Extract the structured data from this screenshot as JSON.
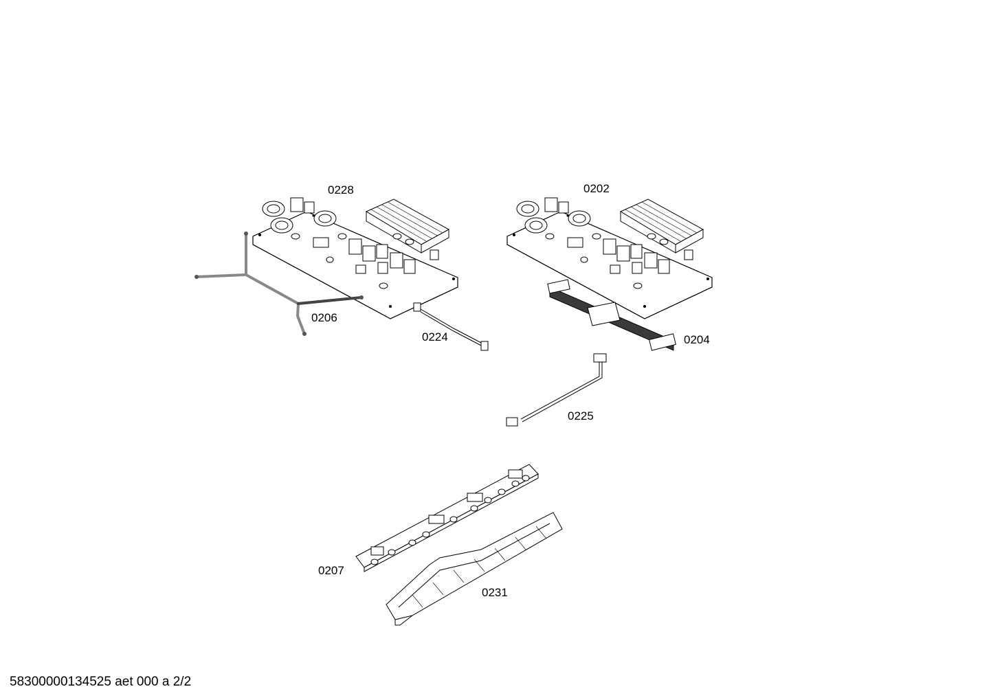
{
  "labels": {
    "p0228": "0228",
    "p0202": "0202",
    "p0206": "0206",
    "p0224": "0224",
    "p0204": "0204",
    "p0225": "0225",
    "p0207": "0207",
    "p0231": "0231"
  },
  "footer": "58300000134525 aet 000 a 2/2",
  "colors": {
    "line": "#000000",
    "background": "#ffffff",
    "cable_fill": "#3a3a3a"
  }
}
